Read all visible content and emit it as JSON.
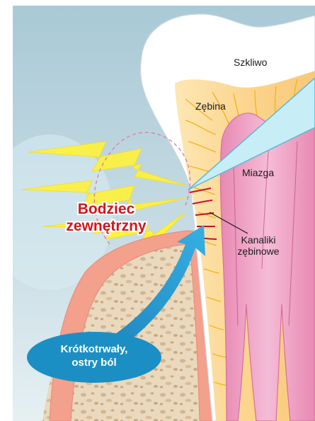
{
  "labels": {
    "enamel": "Szkliwo",
    "dentin": "Zębina",
    "pulp": "Miazga",
    "tubules_line1": "Kanaliki",
    "tubules_line2": "zębinowe",
    "stimulus_line1": "Bodziec",
    "stimulus_line2": "zewnętrzny",
    "pain_line1": "Krótkotrwały,",
    "pain_line2": "ostry ból"
  },
  "colors": {
    "background_top": "#a9c9d6",
    "background_bottom": "#e6f0f3",
    "enamel": "#ffffff",
    "dentin": "#fcd58f",
    "dentin_lines": "#f2b21b",
    "pulp": "#f0a3c5",
    "gum": "#f3a08c",
    "bone": "#ead9bd",
    "stimulus_text": "#d4151c",
    "pain_bubble": "#1b8fc4",
    "lightning": "#fff23a",
    "probe": "#c7edf7"
  }
}
